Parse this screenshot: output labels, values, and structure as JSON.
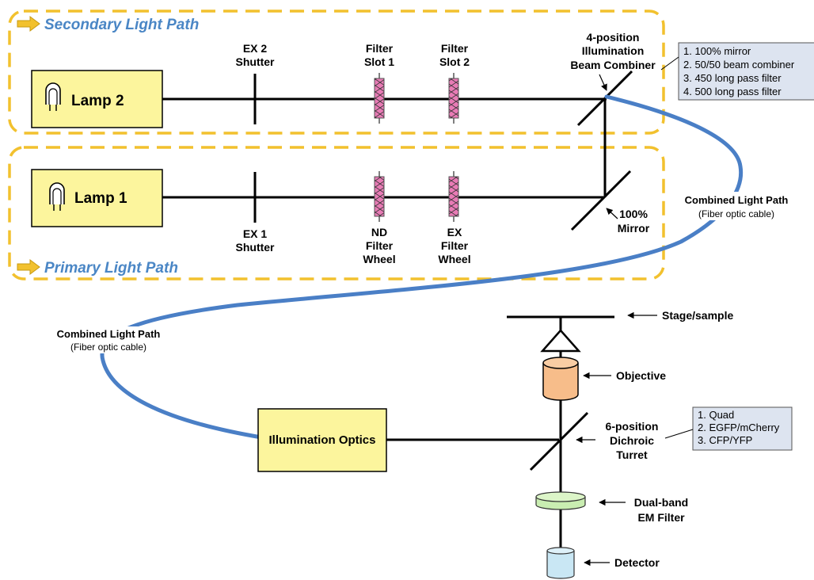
{
  "colors": {
    "path_border": "#f2c12e",
    "yellow_box": "#fcf59d",
    "fiber": "#4a7fc6",
    "title": "#4a86c5",
    "filter": "#e87bb5",
    "info_box": "#dde4f0",
    "objective": "#f7bd8a",
    "em_filter": "#c9edb1",
    "detector": "#c9e7f4"
  },
  "icons": {
    "arrow": "right-arrow-icon",
    "lamp": "light-bulb-icon"
  },
  "secondary": {
    "title": "Secondary Light Path",
    "lamp": "Lamp 2",
    "shutter": [
      "EX 2",
      "Shutter"
    ],
    "filter1": [
      "Filter",
      "Slot 1"
    ],
    "filter2": [
      "Filter",
      "Slot 2"
    ],
    "combiner": [
      "4-position",
      "Illumination",
      "Beam Combiner"
    ]
  },
  "primary": {
    "title": "Primary Light Path",
    "lamp": "Lamp 1",
    "shutter": [
      "EX 1",
      "Shutter"
    ],
    "nd": [
      "ND",
      "Filter",
      "Wheel"
    ],
    "ex": [
      "EX",
      "Filter",
      "Wheel"
    ],
    "mirror": [
      "100%",
      "Mirror"
    ]
  },
  "combiner_options": [
    "1. 100% mirror",
    "2. 50/50 beam combiner",
    "3. 450 long pass filter",
    "4. 500 long pass filter"
  ],
  "combined_right": [
    "Combined Light Path",
    "(Fiber optic cable)"
  ],
  "combined_left": [
    "Combined Light Path",
    "(Fiber optic cable)"
  ],
  "microscope": {
    "illumination_optics": "Illumination Optics",
    "stage": "Stage/sample",
    "objective": "Objective",
    "dichroic": [
      "6-position",
      "Dichroic",
      "Turret"
    ],
    "em_filter": [
      "Dual-band",
      "EM Filter"
    ],
    "detector": "Detector"
  },
  "dichroic_options": [
    "1. Quad",
    "2. EGFP/mCherry",
    "3. CFP/YFP"
  ]
}
